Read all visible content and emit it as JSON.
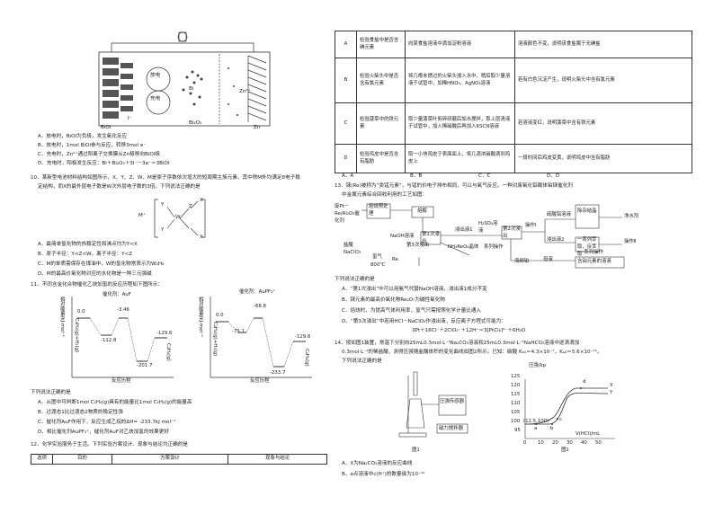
{
  "left": {
    "battery": {
      "labels": {
        "bi": "Bi",
        "bioi": "BiOI",
        "zn": "Zn",
        "zn2": "Zn²⁺",
        "bi2o3": "Bi₂O₃",
        "i": "I⁻",
        "discharge": "放电",
        "charge": "充电"
      }
    },
    "q9_options": [
      "A．放电时，BiOI为负极，发生氧化反应",
      "B．放电时，1mol BiOI参与反应，转移3mol e⁻",
      "C．充电时，Zn²⁺通过阳离子交换膜从Zn极移向BiOI极",
      "D．充电时，阳极发生反应：Bi＋Bi₂O₃＋3I⁻－3e⁻＝3BiOI"
    ],
    "q10_stem_1": "10．某新型电池材料结构如图所示，X、Y、Z、W、M是原子序数依次增大的短周期主族元素，其中除M外均满足8电子稳",
    "q10_stem_2": "定结构，而X的最外层电子数是W次外层电子数的3倍。下列说法正确的是",
    "q10_structure": {
      "m_plus": "M⁺",
      "y": "Y",
      "w": "W",
      "x": "X",
      "z": "Z"
    },
    "q10_options": [
      "A．最简单氢化物的热稳定性和沸点均为Y<X",
      "B．原子半径：Y<Z<W，离子半径：Y<Z",
      "C．M的单质需保存在煤油中，W的氢化物常表示为W₂H₆",
      "D．M的最高价氧化物对应的水化物是一种三元强碱"
    ],
    "q11_stem": "11．不同含金化合物催化乙炔加氢的反应历程如下图所示：",
    "chart1": {
      "title": "催化剂：AuF",
      "ylabel": "相对能量/kJ·mol⁻¹",
      "xlabel": "反应历程",
      "start_label": "C₂H₂(g)+H₂(g)",
      "end_label": "C₂H₄(g)",
      "values": [
        "0.0",
        "-112.8",
        "-3.46",
        "-201.7",
        "-129.6"
      ]
    },
    "chart2": {
      "title": "催化剂：AuPF₃⁺",
      "ylabel": "相对能量/kJ·mol⁻¹",
      "xlabel": "反应历程",
      "start_label": "C₂H₂(g)+H₂(g)",
      "end_label": "C₂H₄(g)",
      "values": [
        "0.0",
        "-75.1",
        "-68.8",
        "-233.7",
        "-129.6"
      ]
    },
    "q11_lead": "下列说法正确的是",
    "q11_options": [
      "A．从图中可判断1mol C₂H₄(g)具有的能量比1mol C₂H₂(g)的能量高",
      "B．过渡态1比过渡态2物质的稳定性强",
      "C．催化剂AuF作用下，反应生成乙烷的ΔH= -233.7kJ·mol⁻¹",
      "D．相比催化剂AuPF₃⁺，催化剂AuF对乙炔加氢的效果更好"
    ],
    "q12_stem": "12．化学实验服务于生活。下列实验方案设计、现象与结论均正确的是",
    "q12_header": {
      "option": "选项",
      "purpose": "目的",
      "design": "方案设计",
      "result": "现象与结论"
    }
  },
  "right": {
    "table_rows": [
      {
        "option": "A",
        "purpose": "检验食盐中是否含碘元素",
        "design": "向某食盐溶液中滴加淀粉溶液",
        "result": "溶液颜色不变，说明该食盐属于无碘盐"
      },
      {
        "option": "B",
        "purpose": "检验火柴头中是否含有氯元素",
        "design": "将几根未燃过的火柴头浸入水中，稍后取少量溶液于试管中，加稀HNO₃、AgNO₃溶液",
        "result": "若有白色沉淀产生，说明火柴头中含有氯元素"
      },
      {
        "option": "C",
        "purpose": "检验菠菜中的铁元素",
        "design": "取少量菠菜叶剪碎研磨后加水搅拌，取上层清液于试管中，加入稀硝酸后再加入KSCN溶液",
        "result": "若溶液变红，说明菠菜中含有铁元素"
      },
      {
        "option": "D",
        "purpose": "检验鸡皮中是否含有脂肪",
        "design": "取一小块鸡皮于表面皿上，将几滴浓硝酸滴到鸡皮上",
        "result": "一段时间后鸡皮变黄，说明鸡皮中含有脂肪"
      }
    ],
    "q12_choices": [
      "A．A",
      "B．B",
      "C．C",
      "D．D"
    ],
    "q13_stem_1": "13．铼(Re)被称为“类锰元素”，与锰的价电子排布相同，可以与氧气反应。一种对废氧化铝载体铂铼催化剂",
    "q13_stem_2": "中金属元素综合回收利用的工艺如图：",
    "flow": {
      "feed": "废Pt－Re/Al₂O₃催化剂",
      "roast": "焙烧预处理",
      "melt": "熔解",
      "leach1": "第1次浸出",
      "leachate1": "浸出液1",
      "naoh": "NaOH溶液",
      "h2so4": "H₂SO₄溶液",
      "leach2": "第2次浸出",
      "op1": "操作Ⅰ",
      "al2so4": "硫酸铝溶液",
      "purify": "除杂结晶",
      "clean_agent": "净水剂",
      "leachate2": "浸出液2",
      "extract": "一系列萃取，反萃取",
      "leach3": "第3次浸出",
      "nh4reo4": "NH₄ReO₄晶体",
      "series_op": "系列操作",
      "op2": "操作Ⅱ",
      "h2": "氢气",
      "temp": "800℃",
      "re": "Re",
      "hcl_naclo3": "盐酸NaClO₃",
      "mother": "母液",
      "pt_solution": "含铂元素的溶液",
      "residue": "海绵铂",
      "series_op2": "一系列操作"
    },
    "q13_lead": "下列说法正确的是",
    "q13_options": [
      "A．“第1次浸出”中可以用氨气代替NaOH溶液，浸出液1成分不变",
      "B．铼元素的最高价氧化物Re₂O₇为碱性氧化物",
      "C．焙烧时，为提高气体利用率，氢气只需按照化学计量比通入",
      "D．“第3次浸出”中若用HCl－NaClO₃作浸出液，反应离子方程式可能为：",
      "3Pt＋16Cl⁻＋2ClO₃⁻＋12H⁺＝3[PtCl₆]²⁻＋6H₂O"
    ],
    "q14_stem_1": "14．按如图1装置，常温下分别向25mL0.3mol·L⁻¹Na₂CO₃溶液和25mL0.3mol·L⁻¹NaHCO₃溶液中逐滴滴加",
    "q14_stem_2": "0.3mol·L⁻¹的稀盐酸，测得压强随盐酸体积的变化曲线如图2所示。已知：碳酸 Kₐ₁＝4.3×10⁻⁷，Kₐ₂＝5.6×10⁻¹¹。",
    "q14_stem_3": "下列说法正确的是",
    "fig1": {
      "caption": "图1",
      "sensor": "压强传感器",
      "stirrer": "磁力搅拌器"
    },
    "fig2": {
      "caption": "图2",
      "ylabel": "压强/kp",
      "xlabel": "V(HCl)/mL",
      "yticks": [
        "125",
        "120",
        "115",
        "110",
        "105",
        "100",
        "95"
      ],
      "xticks": [
        "0",
        "10",
        "20",
        "30",
        "40",
        "50"
      ],
      "points": [
        "a",
        "b",
        "c",
        "d",
        "X",
        "Y"
      ],
      "point_a_label": "(12.5,100)"
    },
    "q14_options": [
      "A．X为Na₂CO₃溶液的反应曲线",
      "B．a点溶液中c(H⁺)的数量级为10⁻¹²"
    ]
  }
}
